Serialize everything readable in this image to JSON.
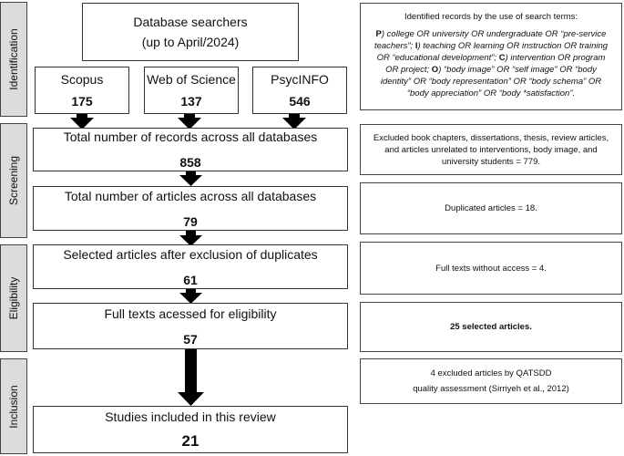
{
  "stages": {
    "identification": "Identification",
    "screening": "Screening",
    "eligibility": "Eligibility",
    "inclusion": "Inclusion"
  },
  "boxes": {
    "database_searchers": {
      "line1": "Database searchers",
      "line2": "(up to April/2024)"
    },
    "scopus": {
      "label": "Scopus",
      "count": "175"
    },
    "web_of_science": {
      "label": "Web of Science",
      "count": "137"
    },
    "psycinfo": {
      "label": "PsycINFO",
      "count": "546"
    },
    "total_records": {
      "label": "Total number of records across all databases",
      "count": "858"
    },
    "total_articles": {
      "label": "Total number of articles across all databases",
      "count": "79"
    },
    "selected_articles": {
      "label": "Selected articles after exclusion of duplicates",
      "count": "61"
    },
    "full_texts": {
      "label": "Full texts acessed for eligibility",
      "count": "57"
    },
    "included": {
      "label": "Studies included in this review",
      "count": "21"
    }
  },
  "side_notes": {
    "search_terms": {
      "title": "Identified records by the use of search terms:",
      "p_key": "P",
      "p_text": ") college OR university OR undergraduate OR “pre-service teachers”;",
      "i_key": "I",
      "i_text": ") teaching OR learning OR instruction OR training OR “educational development”;",
      "c_key": "C",
      "c_text": ") intervention OR program OR project;",
      "o_key": "O",
      "o_text": ") “body image” OR “self image” OR “body identity” OR “body representation” OR “body schema” OR “body appreciation” OR “body *satisfaction”."
    },
    "excluded_types": "Excluded book chapters, dissertations, thesis, review articles, and articles unrelated to interventions, body image, and university students = 779.",
    "duplicated": "Duplicated articles = 18.",
    "no_access": "Full texts without access = 4.",
    "selected": "25  selected articles.",
    "qatsdd_line1": "4 excluded articles by QATSDD",
    "qatsdd_line2": "quality assessment (Sirriyeh et al., 2012)"
  }
}
